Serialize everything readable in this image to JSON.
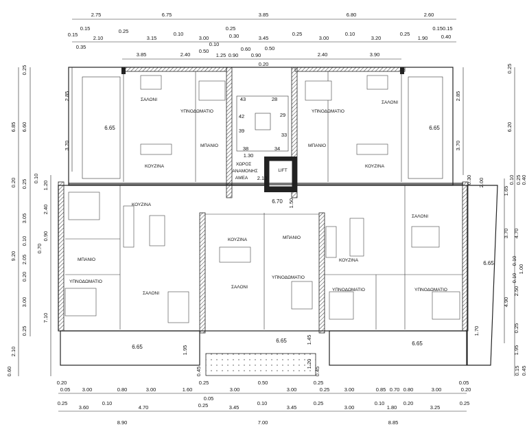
{
  "dimensions": {
    "top_row1": [
      "2.75",
      "6.75",
      "3.85",
      "6.80",
      "2.60"
    ],
    "top_row2": [
      "0.15",
      "0.15",
      "0.35",
      "2.10",
      "0.25",
      "3.15",
      "0.10",
      "3.00",
      "0.25",
      "0.30",
      "3.45",
      "0.25",
      "3.00",
      "0.10",
      "3.20",
      "0.25",
      "1.90",
      "0.150.15",
      "0.40"
    ],
    "top_row3": [
      "3.85",
      "2.40",
      "0.50",
      "0.10",
      "1.25",
      "0.90",
      "0.60",
      "0.90",
      "0.20",
      "0.50",
      "2.40",
      "3.90"
    ],
    "bottom_row1": [
      "0.20",
      "0.05",
      "3.00",
      "0.80",
      "3.00",
      "1.60",
      "0.25",
      "3.00",
      "0.50",
      "3.00",
      "0.25",
      "0.25",
      "3.00",
      "0.85",
      "0.70",
      "0.80",
      "3.00",
      "0.05",
      "0.20"
    ],
    "bottom_row2": [
      "0.25",
      "3.60",
      "0.10",
      "4.70",
      "0.25",
      "0.05",
      "3.45",
      "0.10",
      "3.45",
      "0.25",
      "3.00",
      "0.10",
      "1.80",
      "0.20",
      "3.25",
      "0.25"
    ],
    "bottom_row3": [
      "8.90",
      "7.00",
      "8.85"
    ],
    "left": [
      "6.85",
      "0.20",
      "9.20",
      "2.10",
      "0.60",
      "0.25",
      "6.60",
      "0.25",
      "3.05",
      "0.10",
      "2.05",
      "0.20",
      "3.00",
      "0.25",
      "0.10",
      "1.20",
      "2.40",
      "0.90",
      "0.70",
      "7.10",
      "2.85",
      "3.70"
    ],
    "right": [
      "2.85",
      "3.70",
      "0.25",
      "6.20",
      "1.65",
      "3.70",
      "4.90",
      "0.10",
      "0.25",
      "0.40",
      "4.70",
      "0.10",
      "1.00",
      "0.10",
      "2.50",
      "0.25",
      "1.95",
      "0.15",
      "0.45",
      "0.30",
      "2.00",
      "1.70"
    ],
    "interior": [
      "1.30",
      "2.10",
      "1.50",
      "1.95",
      "1.45",
      "1.20",
      "0.45",
      "0.45"
    ]
  },
  "rooms": [
    "ΣΑΛΟΝΙ",
    "ΥΠΝΟΔΩΜΑΤΙΟ",
    "ΜΠΑΝΙΟ",
    "ΚΟΥΖΙΝΑ",
    "ΥΠΝΟΔΩΜΑΤΙΟ",
    "ΣΑΛΟΝΙ",
    "ΜΠΑΝΙΟ",
    "ΚΟΥΖΙΝΑ",
    "ΧΩΡΟΣ",
    "ΑΝΑΜΟΝΗΣ",
    "ΑΜΕΑ",
    "LIFT",
    "ΚΟΥΖΙΝΑ",
    "ΜΠΑΝΙΟ",
    "ΥΠΝΟΔΩΜΑΤΙΟ",
    "ΣΑΛΟΝΙ",
    "ΚΟΥΖΙΝΑ",
    "ΣΑΛΟΝΙ",
    "ΜΠΑΝΙΟ",
    "ΥΠΝΟΔΩΜΑΤΙΟ",
    "ΚΟΥΖΙΝΑ",
    "ΥΠΝΟΔΩΜΑΤΙΟ",
    "ΥΠΝΟΔΩΜΑΤΙΟ",
    "ΣΑΛΟΝΙ"
  ],
  "levels": [
    "6.65",
    "6.65",
    "6.70",
    "6.65",
    "6.65",
    "6.65",
    "6.65"
  ],
  "stair_steps": [
    "43",
    "28",
    "42",
    "29",
    "39",
    "33",
    "38",
    "34"
  ]
}
